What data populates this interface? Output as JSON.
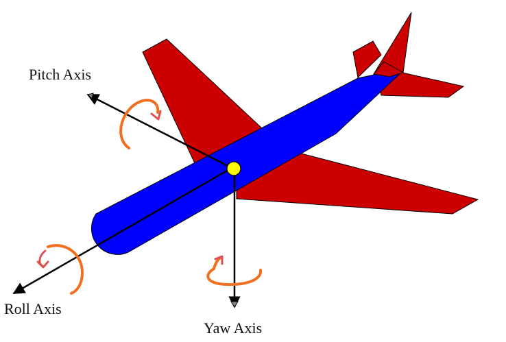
{
  "labels": {
    "pitch": "Pitch Axis",
    "roll": "Roll Axis",
    "yaw": "Yaw Axis"
  },
  "colors": {
    "wing": "#cc0000",
    "fuselage": "#0000ff",
    "center_of_gravity": "#ffff00",
    "rotation_arrow": "#f07020",
    "rotation_arrowhead": "#e05050",
    "axis": "#000000",
    "background": "#ffffff"
  },
  "icons": {
    "pitch_rotation": "curved-arrow-icon",
    "roll_rotation": "curved-arrow-icon",
    "yaw_rotation": "curved-arrow-icon"
  }
}
